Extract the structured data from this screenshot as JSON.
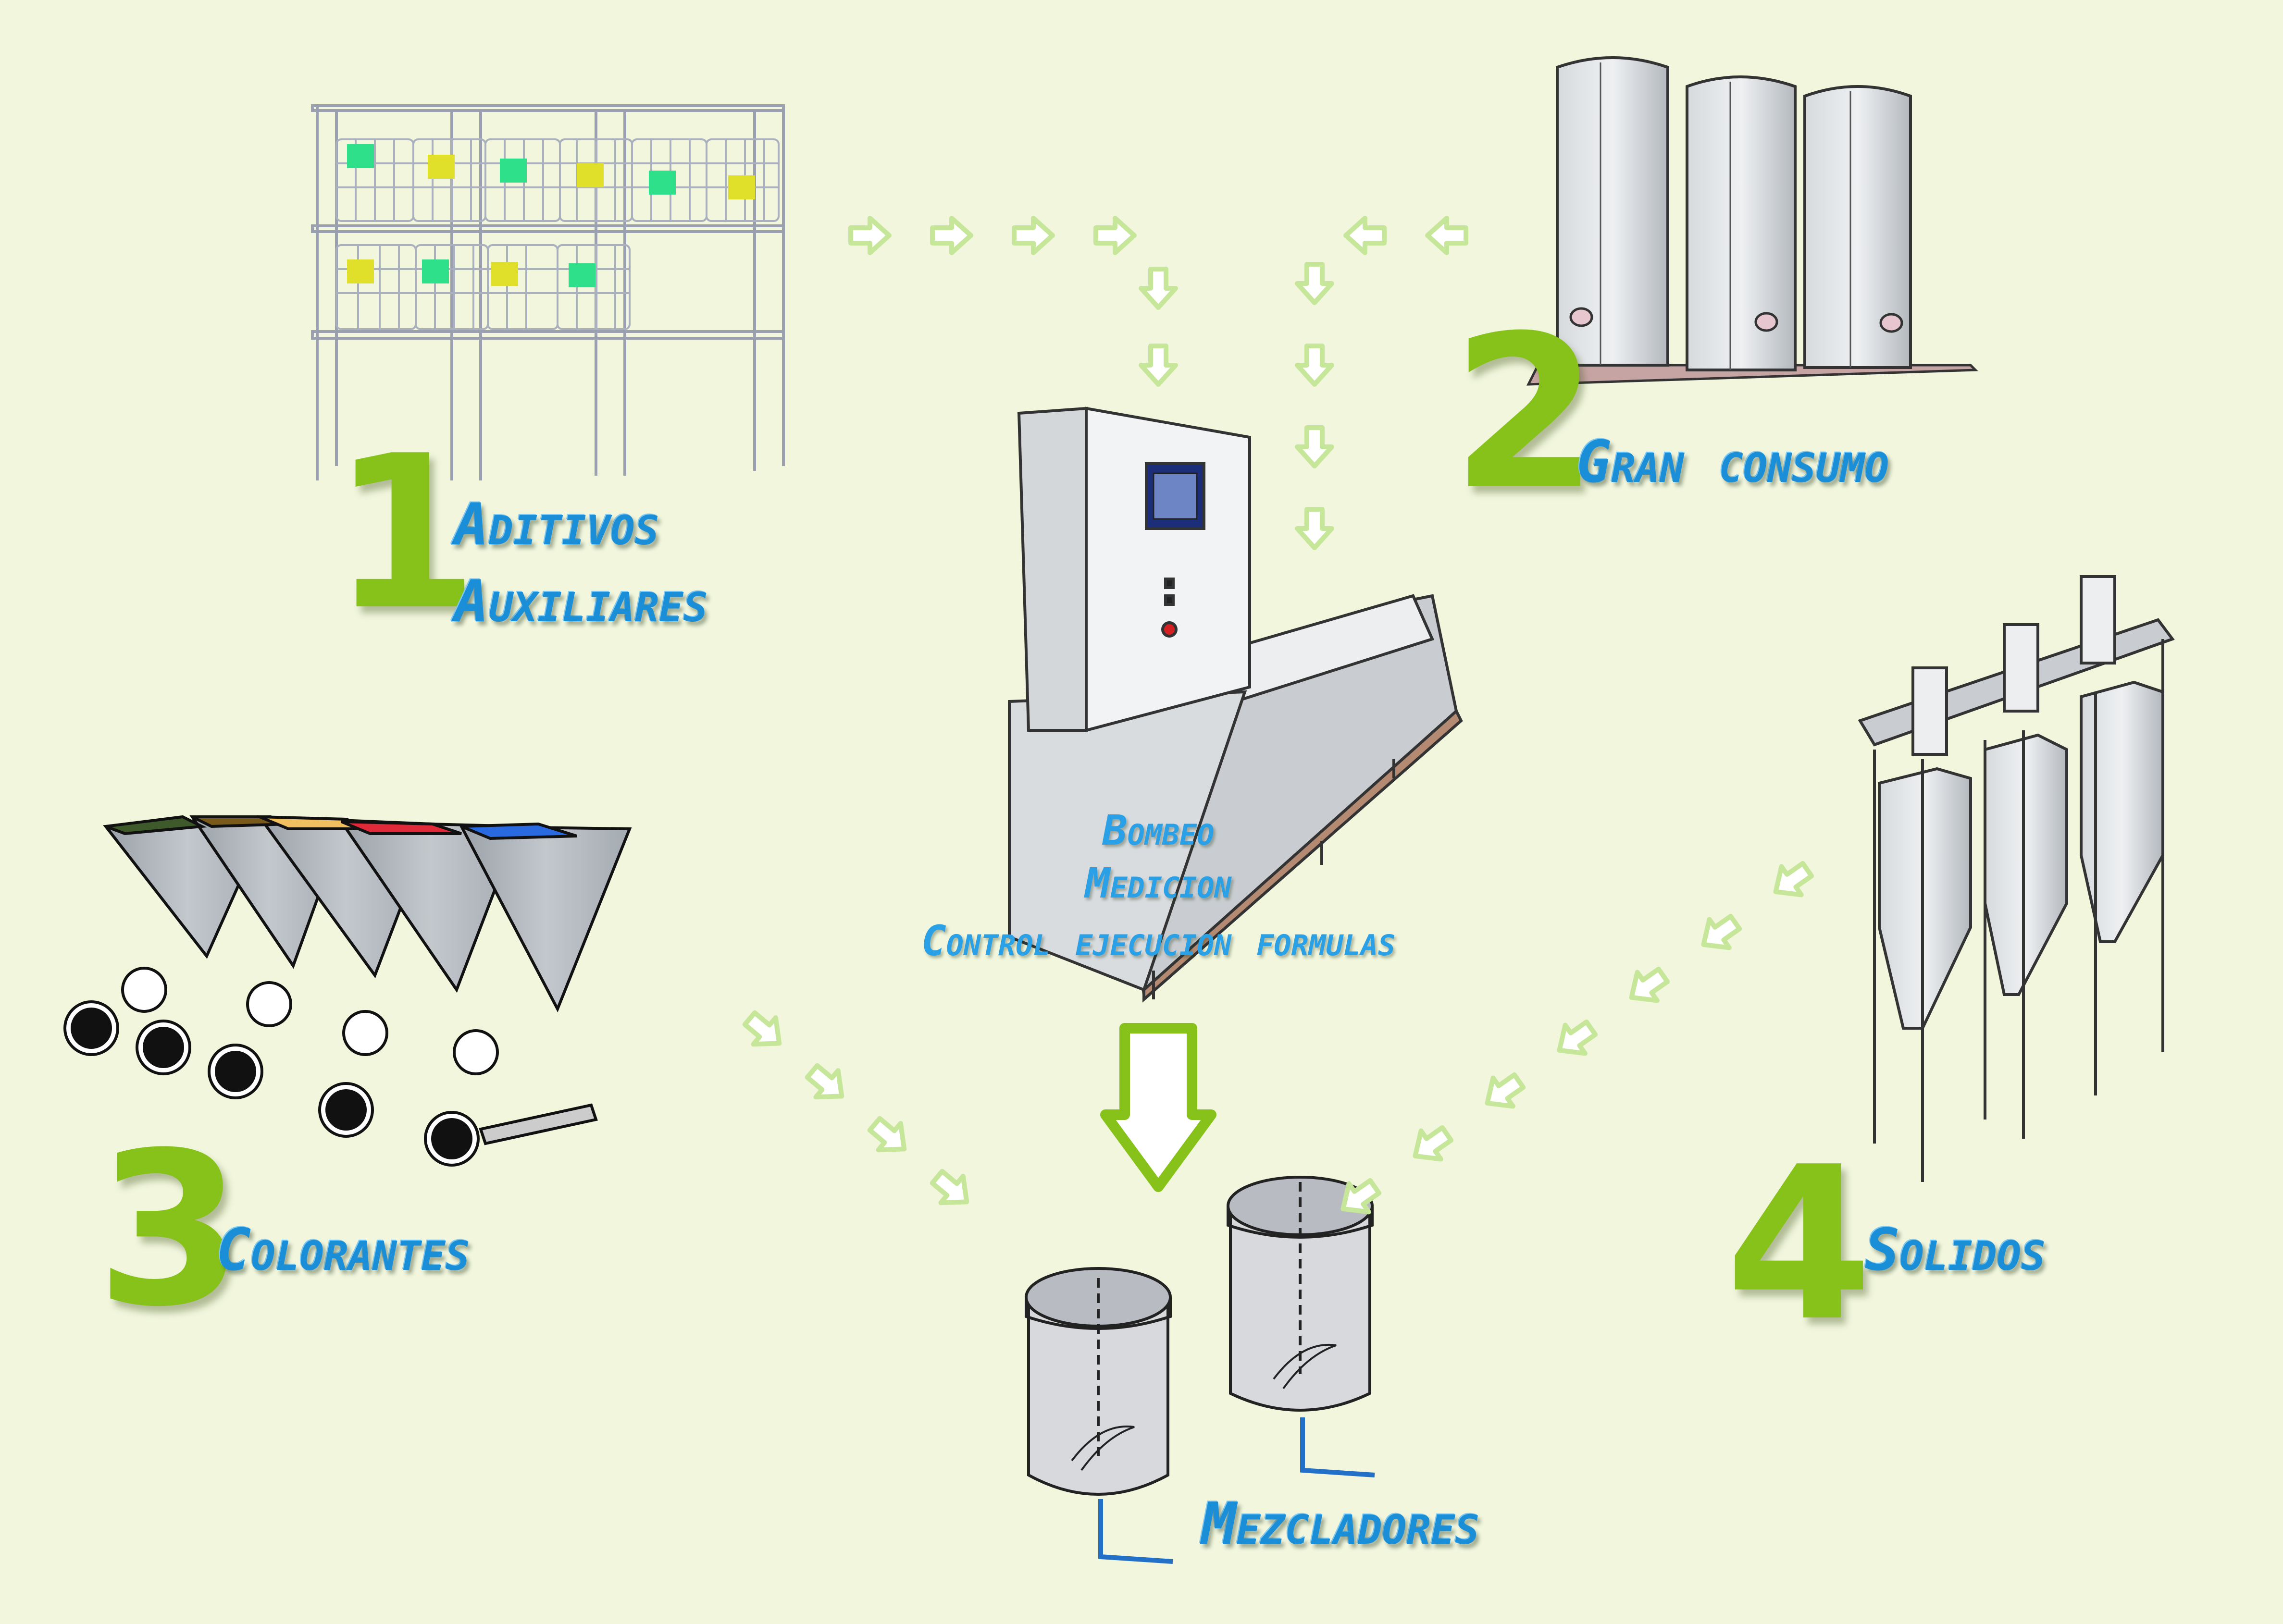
{
  "colors": {
    "background": "#f1f6dd",
    "accent_green": "#86c21a",
    "arrow_light": "#c6e69a",
    "label_blue": "#1a8fd8"
  },
  "stations": [
    {
      "number": "1",
      "label_line1": "Aditivos",
      "label_line2": "Auxiliares",
      "icon": "ibc-rack-icon"
    },
    {
      "number": "2",
      "label_line1": "Gran consumo",
      "icon": "storage-tanks-icon"
    },
    {
      "number": "3",
      "label_line1": "Colorantes",
      "icon": "color-hoppers-icon"
    },
    {
      "number": "4",
      "label_line1": "Solidos",
      "icon": "silos-icon"
    }
  ],
  "center": {
    "line1": "Bombeo",
    "line2": "Medicion",
    "line3": "Control ejecucion formulas",
    "icon": "control-cabinet-icon"
  },
  "mixers": {
    "label": "Mezcladores",
    "icon": "mixer-tank-icon"
  }
}
